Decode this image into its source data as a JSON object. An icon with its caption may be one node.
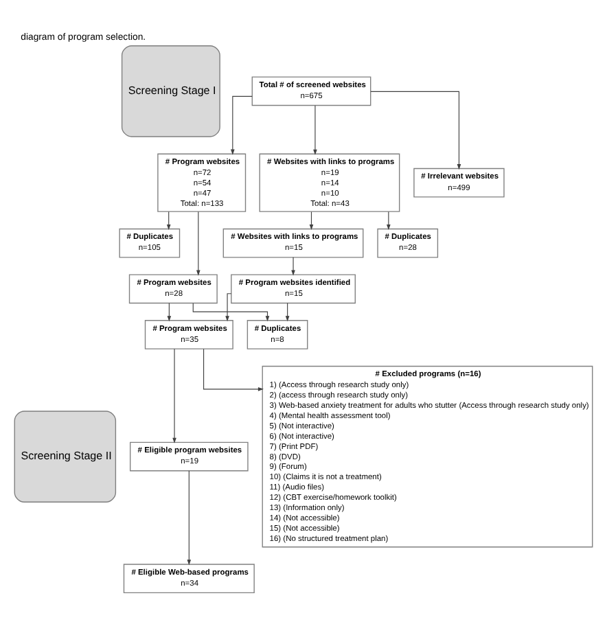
{
  "diagram": {
    "caption": "diagram of program selection.",
    "nodes": [
      {
        "text": [
          "Screening Stage I"
        ]
      },
      {
        "text": [
          "Screening Stage II"
        ]
      },
      {
        "text": [
          "Total # of screened websites",
          "n=675"
        ]
      },
      {
        "text": [
          "# Program websites",
          "n=72",
          "n=54",
          "n=47",
          "Total: n=133"
        ]
      },
      {
        "text": [
          "# Websites with links to programs",
          "n=19",
          "n=14",
          "n=10",
          "Total: n=43"
        ]
      },
      {
        "text": [
          "# Irrelevant websites",
          "n=499"
        ]
      },
      {
        "text": [
          "# Duplicates",
          "n=105"
        ]
      },
      {
        "text": [
          "# Websites with links to programs",
          "n=15"
        ]
      },
      {
        "text": [
          "# Duplicates",
          "n=28"
        ]
      },
      {
        "text": [
          "# Program websites",
          "n=28"
        ]
      },
      {
        "text": [
          "# Program websites identified",
          "n=15"
        ]
      },
      {
        "text": [
          "# Program websites",
          "n=35"
        ]
      },
      {
        "text": [
          "# Duplicates",
          "n=8"
        ]
      },
      {
        "text": [
          "# Excluded programs (n=16)",
          "1) (Access through research study only)",
          "2) (access through research study only)",
          "3) Web-based anxiety treatment for adults who stutter (Access through research study only)",
          "4) (Mental health assessment tool)",
          "5) (Not interactive)",
          "6) (Not interactive)",
          "7) (Print PDF)",
          "8) (DVD)",
          "9) (Forum)",
          "10) (Claims it is not a treatment)",
          "11) (Audio files)",
          "12) (CBT exercise/homework toolkit)",
          "13) (Information only)",
          "14) (Not accessible)",
          "15) (Not accessible)",
          "16) (No structured treatment plan)"
        ]
      },
      {
        "text": [
          "# Eligible program websites",
          "n=19"
        ]
      },
      {
        "text": [
          "# Eligible Web-based programs",
          "n=34"
        ]
      }
    ],
    "edges": [
      {
        "from": 2,
        "to": 3,
        "arrow": "to"
      },
      {
        "from": 2,
        "to": 4,
        "arrow": "to"
      },
      {
        "from": 2,
        "to": 5,
        "arrow": "to"
      },
      {
        "from": 3,
        "to": 6,
        "arrow": "to"
      },
      {
        "from": 3,
        "to": 9,
        "arrow": "to"
      },
      {
        "from": 4,
        "to": 8,
        "arrow": "to"
      },
      {
        "from": 4,
        "to": 7,
        "arrow": "to"
      },
      {
        "from": 7,
        "to": 10,
        "arrow": "to"
      },
      {
        "from": 9,
        "to": 11,
        "arrow": "to"
      },
      {
        "from": 10,
        "to": 11,
        "arrow": "to"
      },
      {
        "from": 9,
        "to": 12,
        "arrow": "to"
      },
      {
        "from": 10,
        "to": 12,
        "arrow": "to"
      },
      {
        "from": 11,
        "to": 13,
        "arrow": "to"
      },
      {
        "from": 11,
        "to": 14,
        "arrow": "to"
      },
      {
        "from": 14,
        "to": 15,
        "arrow": "to"
      }
    ]
  }
}
